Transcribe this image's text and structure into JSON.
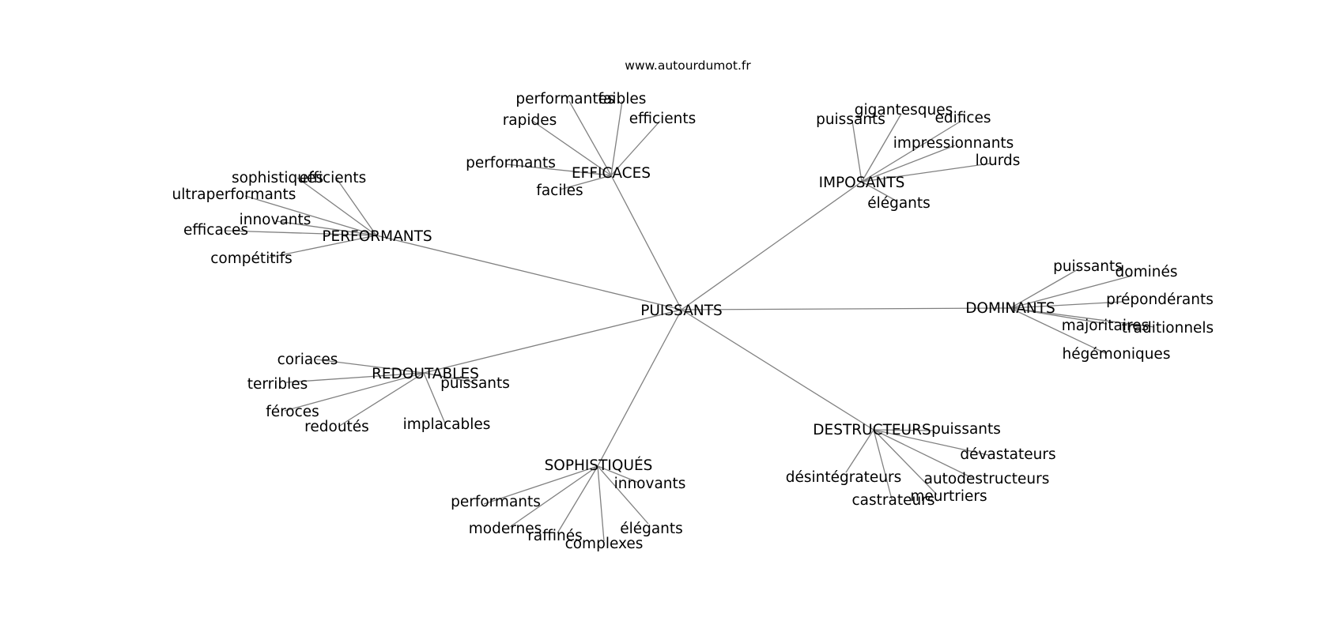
{
  "watermark": "www.autourdumot.fr",
  "colors": {
    "edge": "#808080",
    "text": "#000000",
    "background": "#ffffff"
  },
  "center": "PUISSANTS",
  "groups": [
    {
      "id": "efficaces",
      "label": "EFFICACES",
      "leaves": [
        "performantes",
        "faibles",
        "rapides",
        "efficients",
        "performants",
        "faciles"
      ]
    },
    {
      "id": "imposants",
      "label": "IMPOSANTS",
      "leaves": [
        "puissants",
        "gigantesques",
        "edifices",
        "impressionnants",
        "lourds",
        "élégants"
      ]
    },
    {
      "id": "performants",
      "label": "PERFORMANTS",
      "leaves": [
        "sophistiqués",
        "efficients",
        "ultraperformants",
        "innovants",
        "efficaces",
        "compétitifs"
      ]
    },
    {
      "id": "dominants",
      "label": "DOMINANTS",
      "leaves": [
        "puissants",
        "dominés",
        "prépondérants",
        "majoritaires",
        "traditionnels",
        "hégémoniques"
      ]
    },
    {
      "id": "redoutables",
      "label": "REDOUTABLES",
      "leaves": [
        "coriaces",
        "terribles",
        "puissants",
        "féroces",
        "redoutés",
        "implacables"
      ]
    },
    {
      "id": "destructeurs",
      "label": "DESTRUCTEURS",
      "leaves": [
        "puissants",
        "dévastateurs",
        "désintégrateurs",
        "autodestructeurs",
        "meurtriers",
        "castrateurs"
      ]
    },
    {
      "id": "sophistiques",
      "label": "SOPHISTIQUÉS",
      "leaves": [
        "innovants",
        "performants",
        "modernes",
        "raffinés",
        "complexes",
        "élégants"
      ]
    }
  ]
}
